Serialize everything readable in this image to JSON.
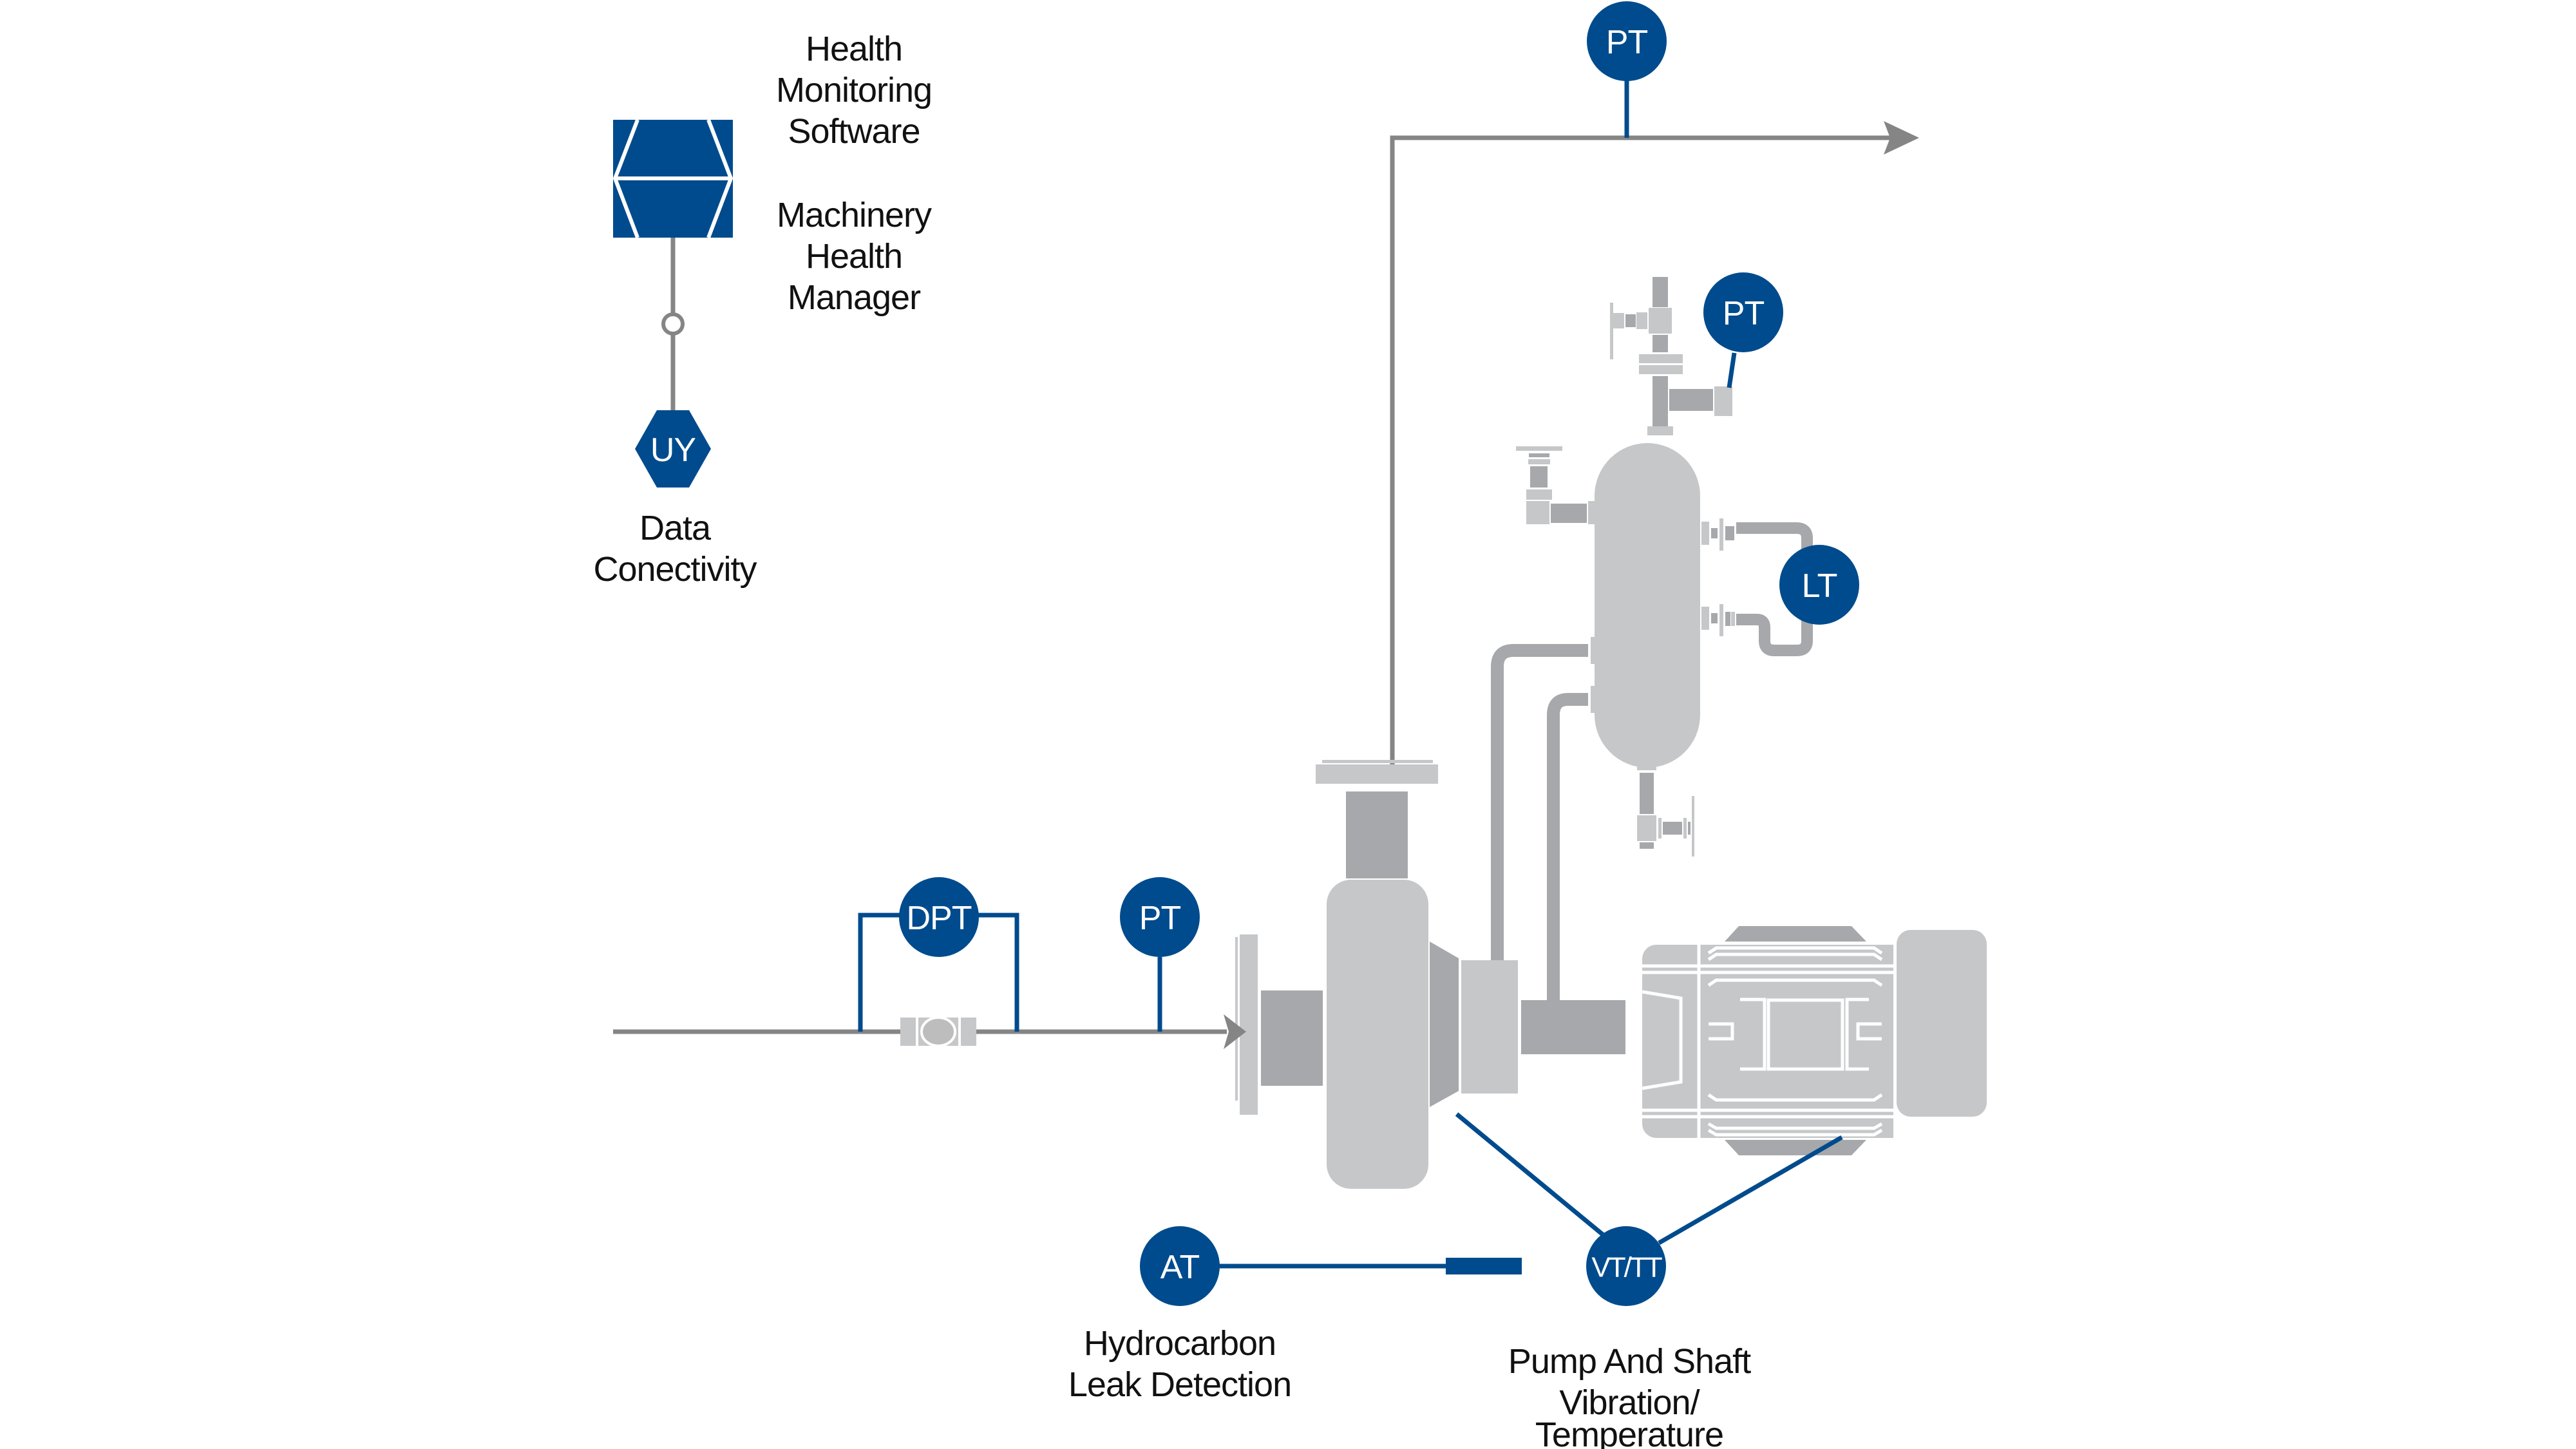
{
  "diagram": {
    "title": "Pump health monitoring instrumentation",
    "colors": {
      "instrument_blue": "#004b8d",
      "equipment_light_gray": "#c6c7c9",
      "equipment_dark_gray": "#a7a8ab",
      "process_line_gray": "#858585",
      "text": "#111111"
    },
    "software": {
      "label_lines": [
        "Health",
        "Monitoring",
        "Software"
      ],
      "product_lines": [
        "Machinery",
        "Health",
        "Manager"
      ],
      "icon": "software-hexagon-icon"
    },
    "connectivity": {
      "tag": "UY",
      "label_lines": [
        "Data",
        "Conectivity"
      ]
    },
    "instruments": {
      "discharge_pressure": {
        "tag": "PT"
      },
      "vessel_pressure": {
        "tag": "PT"
      },
      "vessel_level": {
        "tag": "LT"
      },
      "differential_pressure": {
        "tag": "DPT"
      },
      "suction_pressure": {
        "tag": "PT"
      },
      "leak_detection": {
        "tag": "AT",
        "label_lines": [
          "Hydrocarbon",
          "Leak Detection"
        ]
      },
      "vibration_temperature": {
        "tag": "VT/TT",
        "label_lines": [
          "Pump And Shaft",
          "Vibration/",
          "Temperature"
        ]
      }
    },
    "equipment": [
      "centrifugal-pump",
      "electric-motor",
      "seal-pot-vessel",
      "flow-element",
      "suction-line",
      "discharge-line"
    ]
  }
}
